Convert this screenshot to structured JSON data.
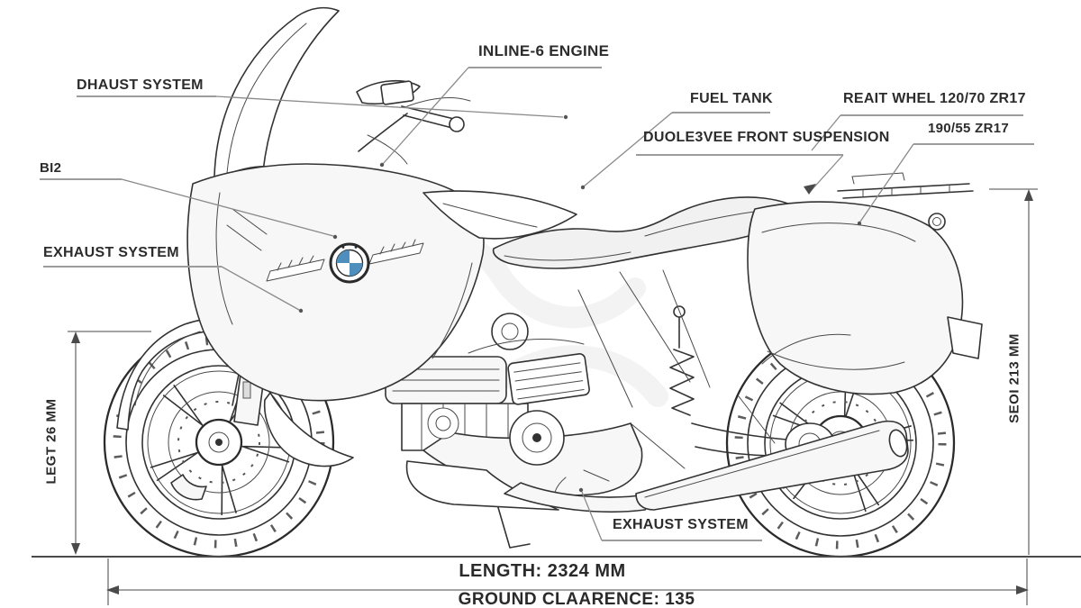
{
  "callouts": [
    {
      "id": "exhaust-system-top",
      "label": "DHAUST SYSTEM"
    },
    {
      "id": "inline-6-engine",
      "label": "INLINE-6 ENGINE"
    },
    {
      "id": "bi2",
      "label": "BI2"
    },
    {
      "id": "exhaust-system-left",
      "label": "EXHAUST SYSTEM"
    },
    {
      "id": "fuel-tank",
      "label": "FUEL TANK"
    },
    {
      "id": "front-suspension",
      "label": "DUOLE3VEE FRONT SUSPENSION"
    },
    {
      "id": "rear-wheel-spec",
      "label": "REAIT WHEL 120/70 ZR17"
    },
    {
      "id": "rear-tire-spec",
      "label": "190/55 ZR17"
    },
    {
      "id": "exhaust-system-bottom",
      "label": "EXHAUST SYSTEM"
    }
  ],
  "dimensions": {
    "left_vertical": "LEGT 26 MM",
    "right_vertical": "SEOI 213 MM",
    "length": "LENGTH: 2324 MM",
    "ground_clearance": "GROUND CLAARENCE: 135"
  },
  "badge": {
    "icon": "bmw-roundel-icon",
    "blue": "#4e8fbe",
    "ring": "#2b2b2b"
  },
  "style": {
    "line_color": "#333333",
    "label_color": "#2c2c2c",
    "leader_color": "#8a8a8a"
  }
}
